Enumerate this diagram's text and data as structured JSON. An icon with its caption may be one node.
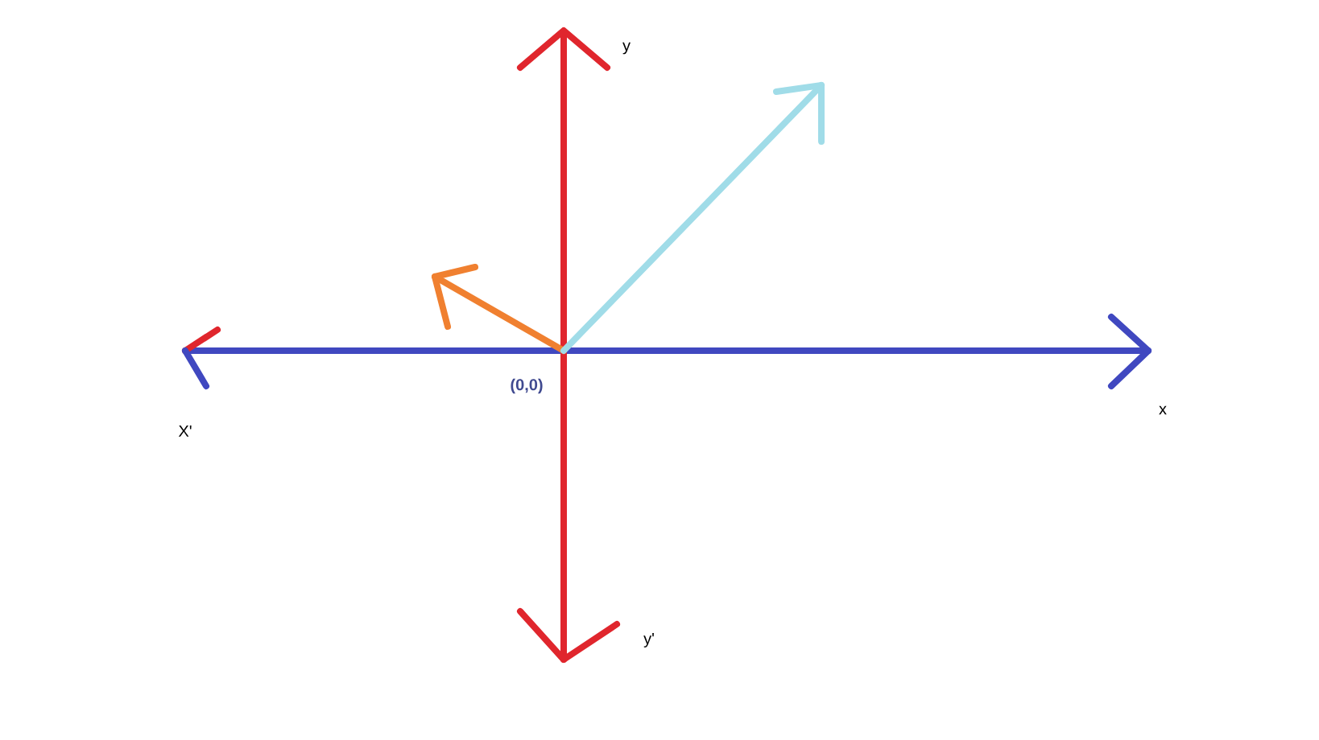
{
  "diagram": {
    "labels": [
      "y",
      "(0,0)",
      "x",
      "X'",
      "y'"
    ]
  }
}
